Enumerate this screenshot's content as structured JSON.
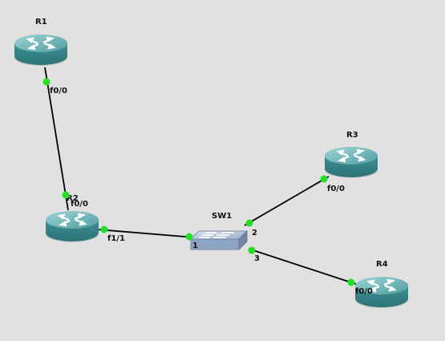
{
  "nodes": [
    {
      "id": "R1",
      "label": "R1",
      "type": "router"
    },
    {
      "id": "R2",
      "label": "R2",
      "type": "router"
    },
    {
      "id": "R3",
      "label": "R3",
      "type": "router"
    },
    {
      "id": "R4",
      "label": "R4",
      "type": "router"
    },
    {
      "id": "SW1",
      "label": "SW1",
      "type": "switch"
    }
  ],
  "links": [
    {
      "id": "r1-r2",
      "a_port": "f0/0",
      "b_port": "f0/0"
    },
    {
      "id": "r2-sw1",
      "a_port": "f1/1",
      "b_port": "1"
    },
    {
      "id": "sw1-r3",
      "a_port": "2",
      "b_port": "f0/0"
    },
    {
      "id": "sw1-r4",
      "a_port": "3",
      "b_port": "f0/0"
    }
  ],
  "colors": {
    "background": "#e1e1e1",
    "router_body": "#3f8d91",
    "router_top": "#62adb0",
    "switch_body": "#8ea4c4",
    "link": "#000000",
    "port_dot": "#22e022"
  }
}
